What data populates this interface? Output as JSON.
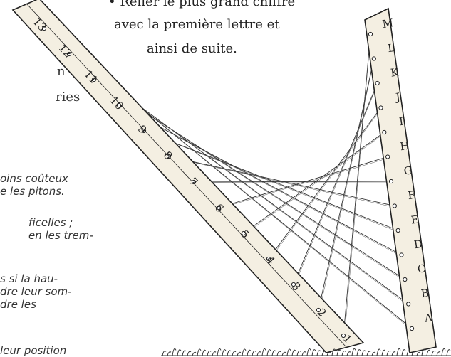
{
  "instructions": {
    "line1": "• Relier le plus grand chiffre",
    "line2": "avec la première lettre et",
    "line3": "ainsi de suite."
  },
  "left_text_fragments": [
    "n",
    "ries"
  ],
  "side_text": [
    "oins coûteux",
    "e les pitons.",
    "ficelles ;",
    "en les trem-",
    "s si la hau-",
    "dre leur som-",
    "dre les",
    "leur position"
  ],
  "left_board_labels": [
    "13",
    "12",
    "11",
    "10",
    "9",
    "8",
    "7",
    "6",
    "5",
    "4",
    "3",
    "2",
    "1"
  ],
  "right_board_labels": [
    "M",
    "L",
    "K",
    "J",
    "I",
    "H",
    "G",
    "F",
    "E",
    "D",
    "C",
    "B",
    "A"
  ],
  "colors": {
    "ink": "#222222",
    "board": "#f4efe2",
    "grass": "#333333"
  }
}
